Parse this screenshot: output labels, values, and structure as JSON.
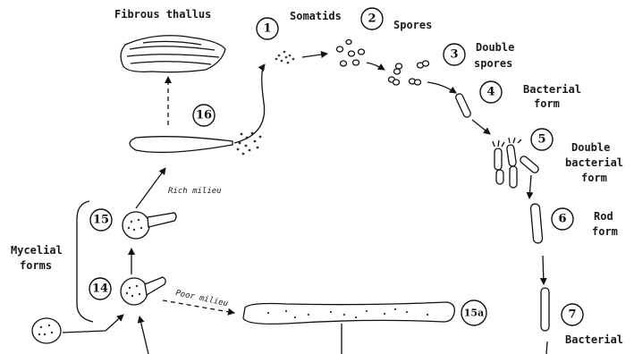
{
  "labels": {
    "fibrous_thallus": "Fibrous thallus",
    "somatids": "Somatids",
    "spores": "Spores",
    "double_spores_1": "Double",
    "double_spores_2": "spores",
    "bacterial_form_1": "Bacterial",
    "bacterial_form_2": "form",
    "double_bacterial_1": "Double",
    "double_bacterial_2": "bacterial",
    "double_bacterial_3": "form",
    "rod_form_1": "Rod",
    "rod_form_2": "form",
    "bacterial_bottom": "Bacterial",
    "rich_milieu": "Rich milieu",
    "poor_milieu": "Poor milieu",
    "mycelial_forms_1": "Mycelial",
    "mycelial_forms_2": "forms"
  },
  "stage_numbers": {
    "s1": "1",
    "s2": "2",
    "s3": "3",
    "s4": "4",
    "s5": "5",
    "s6": "6",
    "s7": "7",
    "s14": "14",
    "s15": "15",
    "s15a": "15a",
    "s16": "16"
  }
}
